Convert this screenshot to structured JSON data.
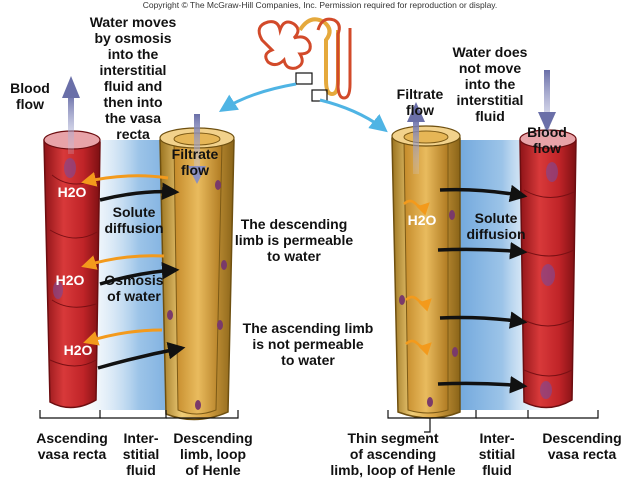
{
  "copyright": "Copyright © The McGraw-Hill Companies, Inc. Permission required for reproduction or display.",
  "left": {
    "top_note": "Water moves\nby osmosis\ninto the\ninterstitial\nfluid and\nthen into\nthe vasa\nrecta",
    "blood_flow": "Blood\nflow",
    "filtrate_flow": "Filtrate\nflow",
    "h2o_labels": [
      "H2O",
      "H2O",
      "H2O"
    ],
    "solute_diffusion": "Solute\ndiffusion",
    "osmosis_water": "Osmosis\nof water"
  },
  "middle": {
    "descending_note": "The descending\nlimb is permeable\nto water",
    "ascending_note": "The ascending limb\nis not permeable\nto water"
  },
  "right": {
    "top_note": "Water does\nnot move\ninto the\ninterstitial\nfluid",
    "filtrate_flow": "Filtrate\nflow",
    "blood_flow": "Blood\nflow",
    "h2o": "H2O",
    "solute_diffusion": "Solute\ndiffusion"
  },
  "bottom": {
    "ascending_vasa_recta": "Ascending\nvasa recta",
    "interstitial_left": "Inter-\nstitial\nfluid",
    "descending_limb": "Descending\nlimb, loop\nof Henle",
    "thin_segment": "Thin segment\nof ascending\nlimb, loop of Henle",
    "interstitial_right": "Inter-\nstitial\nfluid",
    "descending_vasa_recta": "Descending\nvasa recta"
  },
  "colors": {
    "vessel_red": "#c8282c",
    "tubule_gold": "#e2b049",
    "interstitial_blue": "#9cc4e8",
    "arrow_black": "#111111",
    "arrow_orange": "#f39a1c",
    "flow_arrow": "#8b90c0"
  }
}
